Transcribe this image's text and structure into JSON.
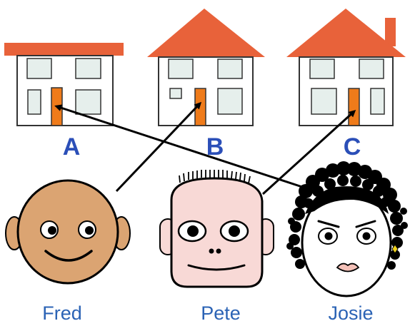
{
  "houses": [
    {
      "label": "A",
      "roof": "flat",
      "chimney": false
    },
    {
      "label": "B",
      "roof": "pitched",
      "chimney": false
    },
    {
      "label": "C",
      "roof": "pitched",
      "chimney": true
    }
  ],
  "people": [
    {
      "name": "Fred",
      "face": "tan",
      "hair": "none"
    },
    {
      "name": "Pete",
      "face": "pink",
      "hair": "spiky"
    },
    {
      "name": "Josie",
      "face": "white",
      "hair": "curly"
    }
  ],
  "arrows": [
    {
      "from": "Fred",
      "to": "B"
    },
    {
      "from": "Pete",
      "to": "C"
    },
    {
      "from": "Josie",
      "to": "A"
    }
  ],
  "colors": {
    "roof": "#e8623a",
    "door": "#ef7b1a",
    "window": "#e6efec",
    "letter": "#2b4fb8",
    "name": "#2b63b5",
    "fred_skin": "#dba472",
    "pete_skin": "#f8d9d6",
    "josie_skin": "#ffffff",
    "ink": "#000000"
  }
}
